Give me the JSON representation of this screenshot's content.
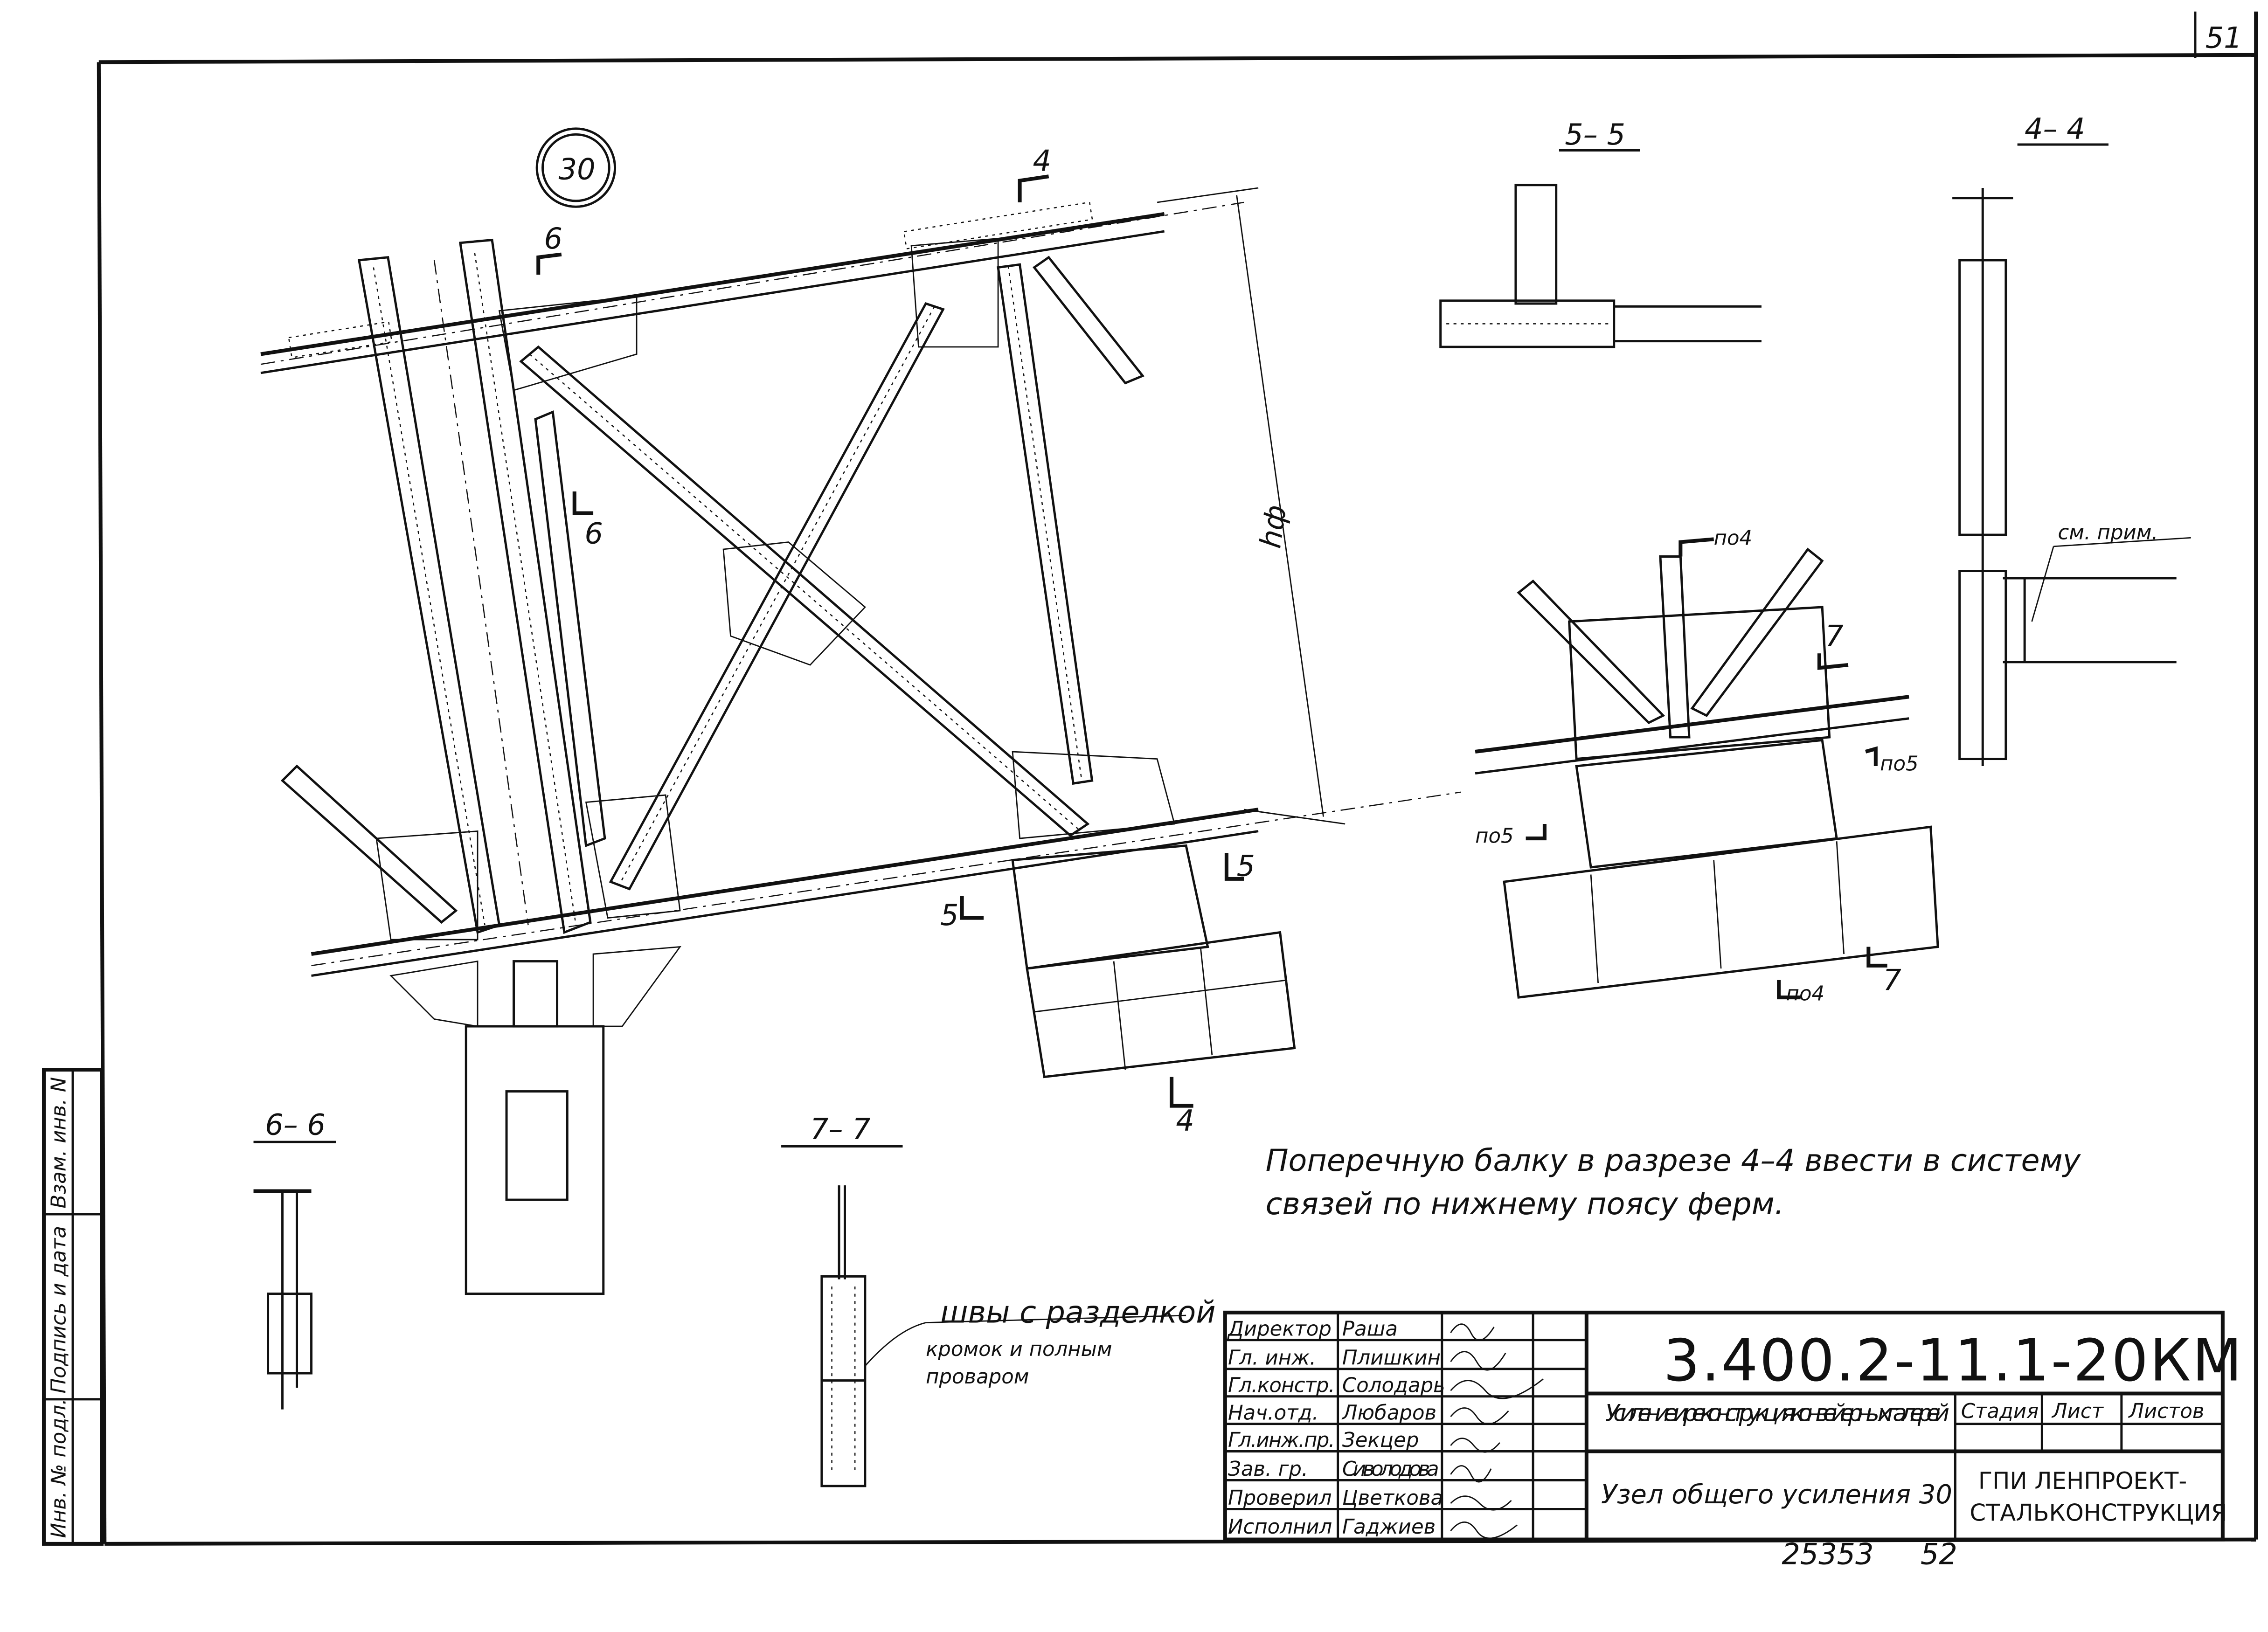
{
  "sheet_number": "51",
  "node_mark": "30",
  "sections": {
    "s55": "5– 5",
    "s44": "4– 4",
    "s66": "6– 6",
    "s77": "7– 7"
  },
  "cut_marks": {
    "c4": "4",
    "c6": "6",
    "c5": "5",
    "c7": "7",
    "po4": "по4",
    "po5": "по5",
    "hf": "hф"
  },
  "callouts": {
    "see_note": "см. прим.",
    "welds_line1": "швы с разделкой",
    "welds_line2": "кромок и полным",
    "welds_line3": "проваром"
  },
  "note": {
    "line1": "Поперечную балку в разрезе 4–4 ввести в систему",
    "line2": "связей по нижнему поясу ферм."
  },
  "side_stamp": {
    "inv_orig": "Инв. № подл.",
    "sign_date": "Подпись и дата",
    "replace_inv": "Взам. инв. N"
  },
  "title_block": {
    "code": "3.400.2-11.1-20КМ",
    "project": "Усиление и реконструкция конвейерных галерей",
    "sheet_title": "Узел общего усиления 30",
    "org_line1": "ГПИ ЛЕНПРОЕКТ-",
    "org_line2": "СТАЛЬКОНСТРУКЦИЯ",
    "col_stage": "Стадия",
    "col_sheet": "Лист",
    "col_sheets": "Листов",
    "staff": [
      {
        "role": "Директор",
        "name": "Раша"
      },
      {
        "role": "Гл. инж.",
        "name": "Плишкин"
      },
      {
        "role": "Гл.констр.",
        "name": "Солодарь"
      },
      {
        "role": "Нач.отд.",
        "name": "Любаров"
      },
      {
        "role": "Гл.инж.пр.",
        "name": "Зекцер"
      },
      {
        "role": "Зав. гр.",
        "name": "Сиволодова"
      },
      {
        "role": "Проверил",
        "name": "Цветкова"
      },
      {
        "role": "Исполнил",
        "name": "Гаджиев"
      }
    ]
  },
  "footer": {
    "order": "25353",
    "page": "52"
  }
}
